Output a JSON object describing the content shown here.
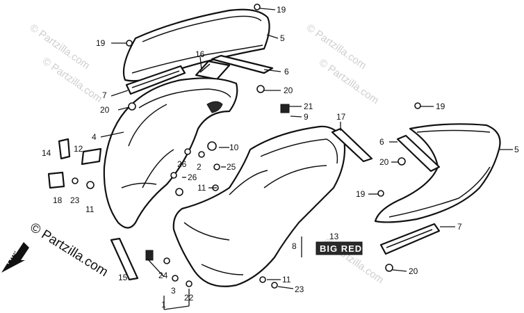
{
  "watermark_text": "© Partzilla.com",
  "credit_text": "© Partzilla.com",
  "fwd_label": "FWD",
  "decal_text": "BIG RED",
  "callouts": {
    "c19a": "19",
    "c5a": "5",
    "c19b": "19",
    "c16": "16",
    "c6a": "6",
    "c7a": "7",
    "c20a": "20",
    "c20b": "20",
    "c21": "21",
    "c9": "9",
    "c17": "17",
    "c19c": "19",
    "c5b": "5",
    "c4": "4",
    "c14": "14",
    "c12": "12",
    "c10": "10",
    "c6b": "6",
    "c20c": "20",
    "c26a": "26",
    "c2": "2",
    "c25": "25",
    "c26b": "26",
    "c19d": "19",
    "c11a": "11",
    "c18": "18",
    "c23a": "23",
    "c11b": "11",
    "c7b": "7",
    "c13": "13",
    "c8": "8",
    "c24": "24",
    "c3": "3",
    "c22": "22",
    "c15": "15",
    "c1": "1",
    "c11c": "11",
    "c23b": "23",
    "c20d": "20"
  }
}
